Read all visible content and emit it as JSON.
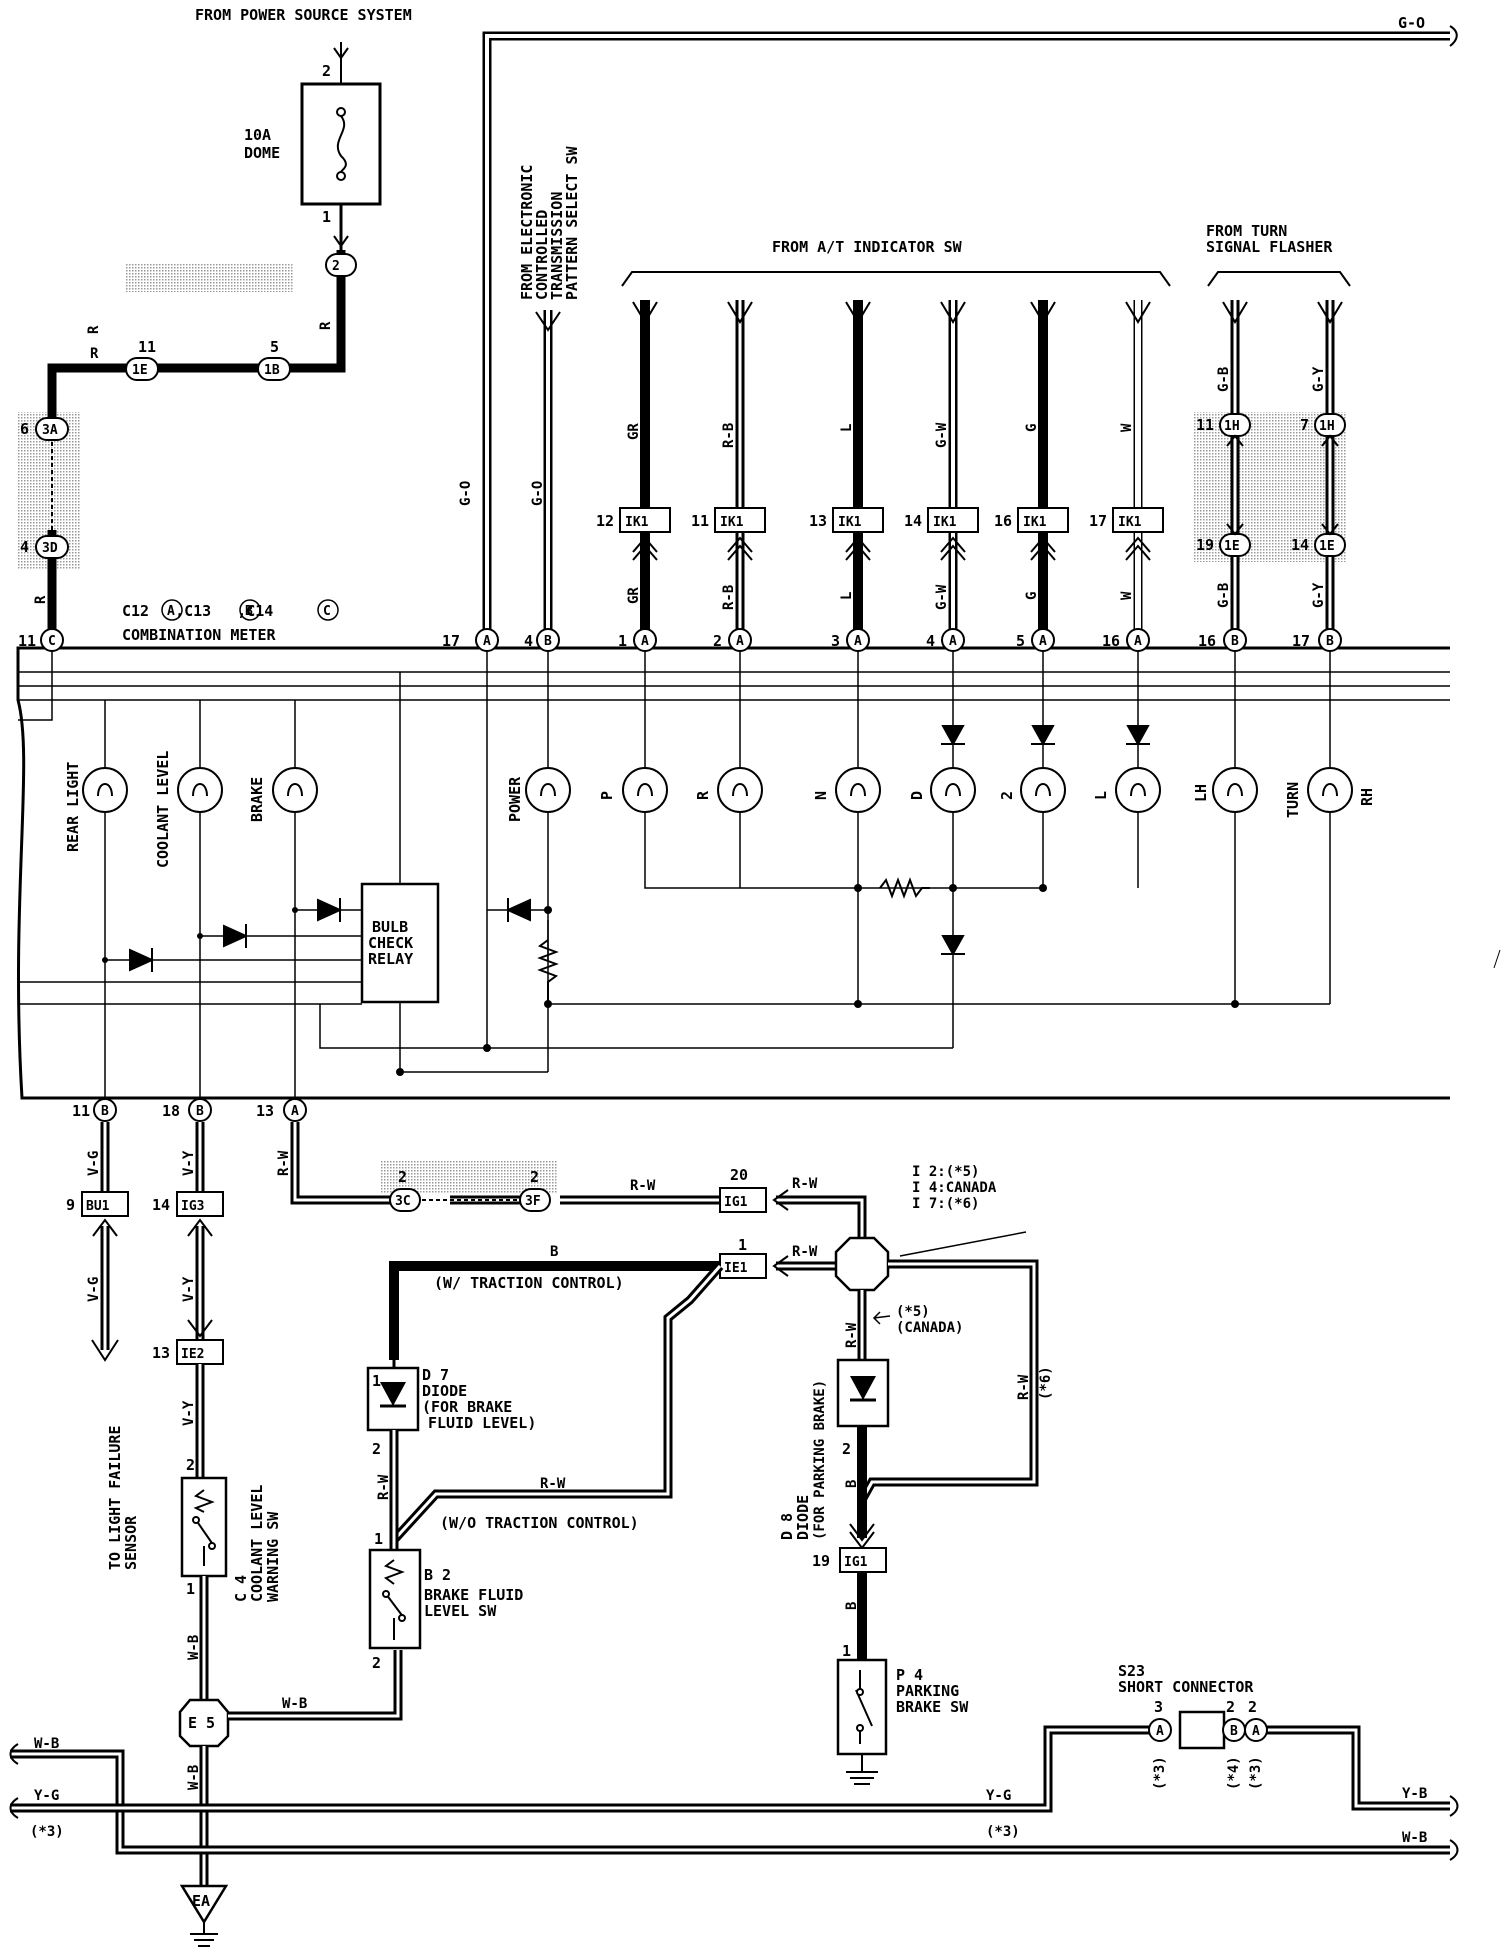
{
  "texts": {
    "from_power_source": "FROM POWER SOURCE SYSTEM",
    "fuse_pin_top": "2",
    "fuse_pin_bottom": "1",
    "fuse_rating": "10A",
    "fuse_name": "DOME",
    "g_o_top_right": "G-O",
    "from_ect_1": "FROM ELECTRONIC",
    "from_ect_2": "CONTROLLED",
    "from_ect_3": "TRANSMISSION",
    "from_ect_4": "PATTERN SELECT SW",
    "from_at_indicator": "FROM A/T INDICATOR SW",
    "from_turn_1": "FROM TURN",
    "from_turn_2": "SIGNAL FLASHER",
    "meter_title_1": "C12",
    "meter_title_2": "C13",
    "meter_title_3": "C14",
    "meter_name": "COMBINATION METER",
    "lamp_rear_light": "REAR LIGHT",
    "lamp_coolant": "COOLANT LEVEL",
    "lamp_brake": "BRAKE",
    "lamp_power": "POWER",
    "lamp_p": "P",
    "lamp_r": "R",
    "lamp_n": "N",
    "lamp_d": "D",
    "lamp_2": "2",
    "lamp_l": "L",
    "lamp_lh": "LH",
    "lamp_turn": "TURN",
    "lamp_rh": "RH",
    "relay_1": "BULB",
    "relay_2": "CHECK",
    "relay_3": "RELAY",
    "trac_with": "(W/ TRACTION CONTROL)",
    "trac_without": "(W/O TRACTION CONTROL)",
    "d7_name": "D 7",
    "d7_desc_1": "DIODE",
    "d7_desc_2": "(FOR BRAKE",
    "d7_desc_3": "FLUID LEVEL)",
    "b2_name": "B 2",
    "b2_desc_1": "BRAKE FLUID",
    "b2_desc_2": "LEVEL SW",
    "c4_name": "C 4",
    "c4_desc_1": "COOLANT LEVEL",
    "c4_desc_2": "WARNING SW",
    "d8_name": "D 8",
    "d8_desc_1": "DIODE",
    "d8_desc_2": "(FOR PARKING BRAKE)",
    "p4_name": "P 4",
    "p4_desc_1": "PARKING",
    "p4_desc_2": "BRAKE SW",
    "s23_name": "S23",
    "s23_desc": "SHORT CONNECTOR",
    "to_light_failure_1": "TO LIGHT FAILURE",
    "to_light_failure_2": "SENSOR",
    "junction_note_1": "I 2:(*5)",
    "junction_note_2": "I 4:CANADA",
    "junction_note_3": "I 7:(*6)",
    "d8_note_1": "(*5)",
    "d8_note_2": "(CANADA)",
    "star6": "(*6)",
    "star3_left": "(*3)",
    "star3_mid": "(*3)",
    "star3_s23": "(*3)",
    "star4_s23": "(*4)",
    "star3_s23b": "(*3)",
    "e5": "E 5",
    "ea": "EA",
    "wire_w_b_left": "W-B",
    "wire_y_g_left": "Y-G",
    "wire_y_g_mid": "Y-G",
    "wire_y_b_right": "Y-B",
    "wire_w_b_right": "W-B"
  },
  "wires": {
    "r": "R",
    "g_o": "G-O",
    "gr": "GR",
    "r_b": "R-B",
    "l": "L",
    "g_w": "G-W",
    "g": "G",
    "w": "W",
    "g_b": "G-B",
    "g_y": "G-Y",
    "v_g": "V-G",
    "v_y": "V-Y",
    "r_w": "R-W",
    "b": "B",
    "w_b": "W-B"
  },
  "connectors": {
    "c2": "2",
    "c3a": "3A",
    "c3d": "3D",
    "c1e": "1E",
    "c1b": "1B",
    "ik1": "IK1",
    "c1h_a": "1H",
    "c1h_b": "1H",
    "c1e_a": "1E",
    "c1e_b": "1E",
    "bu1": "BU1",
    "ig3": "IG3",
    "ie2": "IE2",
    "c3c": "3C",
    "c3f": "3F",
    "ig1": "IG1",
    "ie1": "IE1",
    "a": "A",
    "b": "B",
    "c": "C"
  },
  "pins": {
    "p11": "11",
    "p5": "5",
    "p6": "6",
    "p4": "4",
    "p17": "17",
    "p12": "12",
    "p13": "13",
    "p14": "14",
    "p16": "16",
    "p1": "1",
    "p2": "2",
    "p3": "3",
    "p7": "7",
    "p19": "19",
    "p9": "9",
    "p18": "18",
    "p20": "20"
  },
  "colors": {
    "ink": "#000000",
    "shade": "#bfbfbf",
    "paper": "#ffffff"
  }
}
